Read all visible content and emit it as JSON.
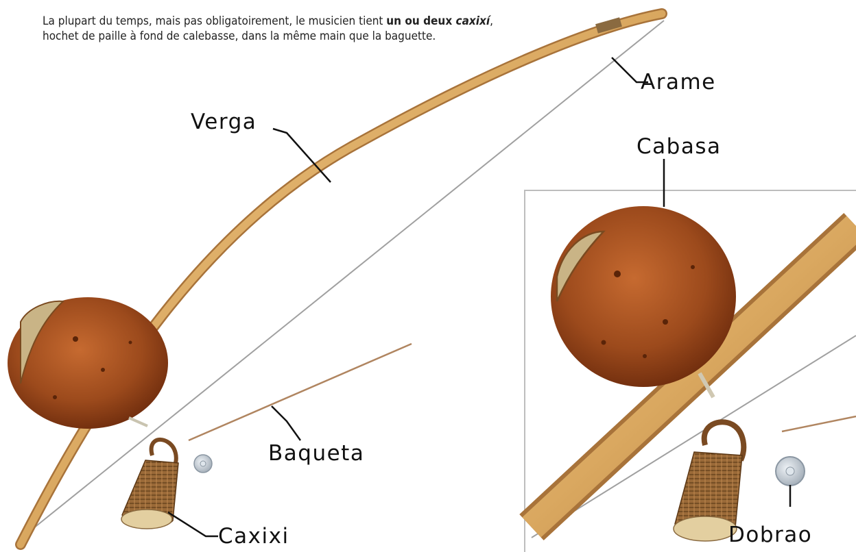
{
  "caption": {
    "line1_start": "La plupart du temps, mais pas obligatoirement, le musicien tient ",
    "line1_bold_a": "un ou deux ",
    "line1_bold_italic": "caxixí",
    "line1_end": ",",
    "line2": "hochet de paille à fond de calebasse, dans la même main que la baguette."
  },
  "labels": {
    "verga": "Verga",
    "arame": "Arame",
    "cabasa": "Cabasa",
    "baqueta": "Baqueta",
    "caxixi": "Caxixi",
    "dobrao": "Dobrao"
  },
  "colors": {
    "wood": "#d9a75f",
    "wood_dark": "#a8733a",
    "gourd": "#a34e1f",
    "gourd_dark": "#6b2a0c",
    "wire": "#9a9a9a",
    "straw": "#8a5a2b",
    "coin": "#c8d0d8"
  }
}
